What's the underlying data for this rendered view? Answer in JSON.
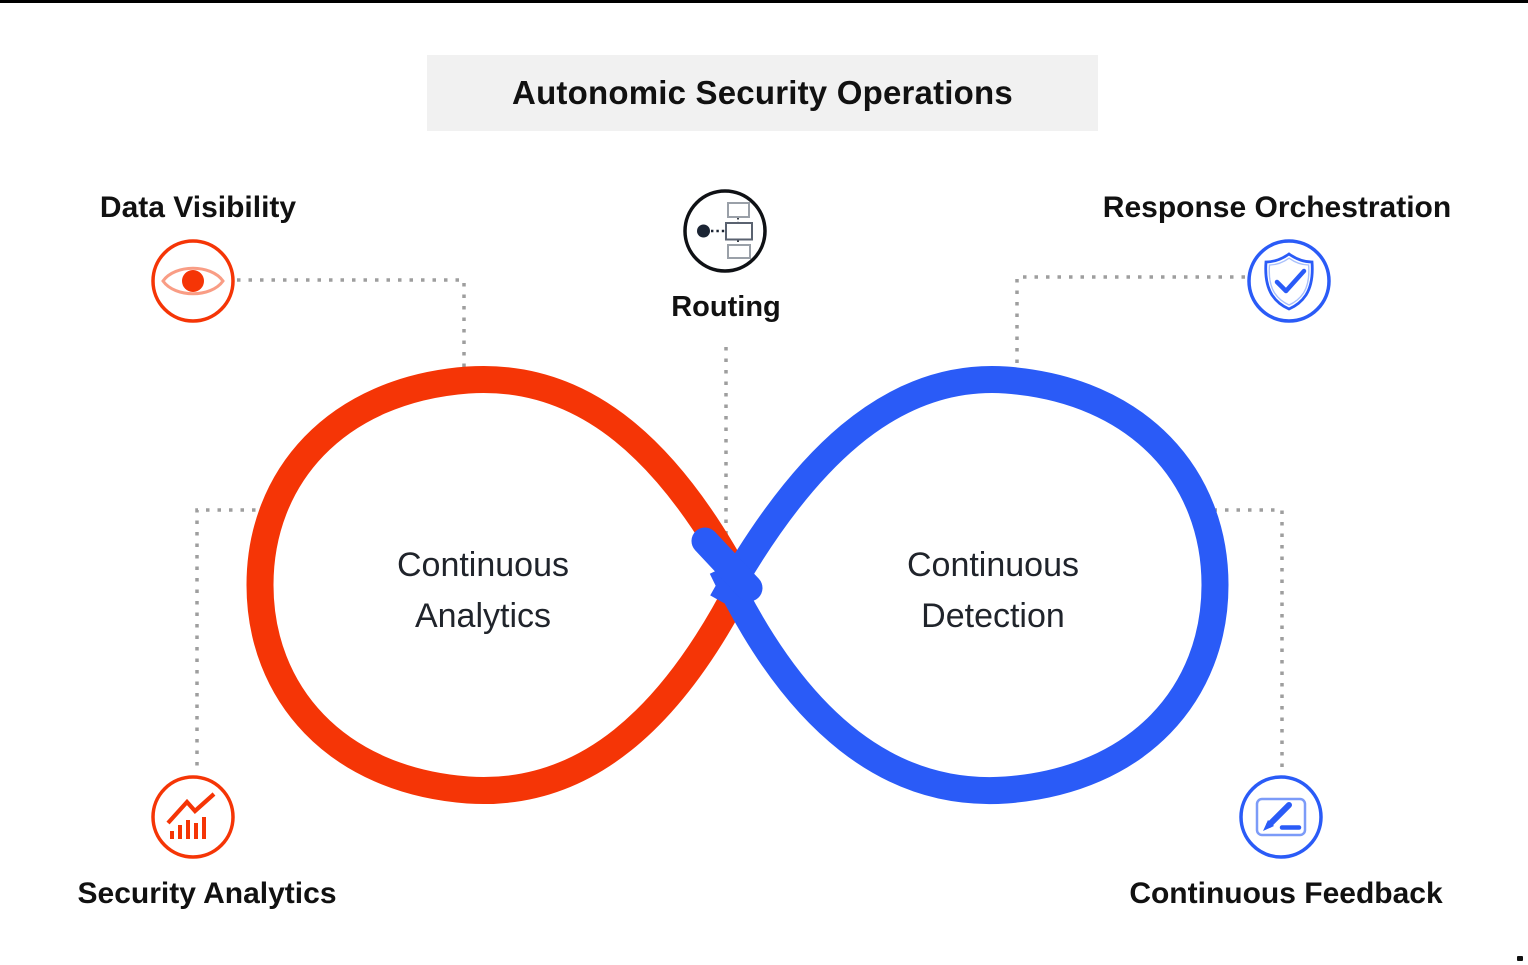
{
  "title": {
    "text": "Autonomic Security Operations"
  },
  "colors": {
    "red": "#F53506",
    "red_light": "#F99D85",
    "blue": "#2A5BF7",
    "blue_light": "#7C9BF8",
    "blue_pale": "#A9C0FB",
    "connector": "#9E9E9E",
    "routing_dark": "#1B2433",
    "routing_circle": "#0F1115",
    "title_bg": "#F1F1F1",
    "label_text": "#111111",
    "loop_text": "#20242B"
  },
  "loops": {
    "left": {
      "line1": "Continuous",
      "line2": "Analytics"
    },
    "right": {
      "line1": "Continuous",
      "line2": "Detection"
    }
  },
  "nodes": {
    "data_visibility": {
      "label": "Data Visibility",
      "icon": "eye-icon"
    },
    "routing": {
      "label": "Routing",
      "icon": "flowchart-icon"
    },
    "response_orchestration": {
      "label": "Response Orchestration",
      "icon": "shield-check-icon"
    },
    "security_analytics": {
      "label": "Security Analytics",
      "icon": "bar-chart-trend-icon"
    },
    "continuous_feedback": {
      "label": "Continuous Feedback",
      "icon": "pen-board-icon"
    }
  }
}
